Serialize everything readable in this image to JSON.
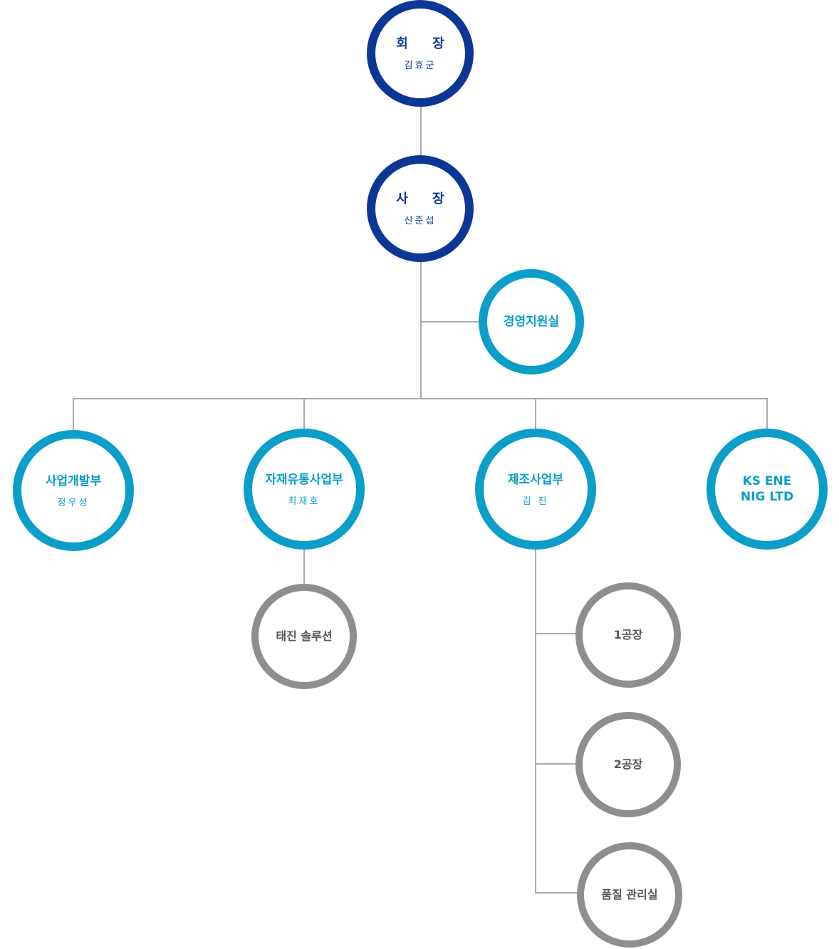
{
  "org": {
    "chairman": {
      "title": "회 장",
      "name": "김효군"
    },
    "president": {
      "title": "사 장",
      "name": "신준섭"
    },
    "management": {
      "title": "경영지원실"
    },
    "dept_business": {
      "title": "사업개발부",
      "name": "정우성"
    },
    "dept_materials": {
      "title": "자재유통사업부",
      "name": "최재호"
    },
    "dept_manufacturing": {
      "title": "제조사업부",
      "name": "김 진"
    },
    "dept_ks": {
      "title_line1": "KS ENE",
      "title_line2": "NIG LTD"
    },
    "sub_taejin": {
      "title": "태진 솔루션"
    },
    "sub_factory1": {
      "title": "1공장"
    },
    "sub_factory2": {
      "title": "2공장"
    },
    "sub_quality": {
      "title": "품질 관리실"
    }
  },
  "colors": {
    "top_level": "#0d3796",
    "department": "#0a9ec9",
    "sub_unit": "#8e8e8e",
    "connector": "#aaaaaa"
  }
}
